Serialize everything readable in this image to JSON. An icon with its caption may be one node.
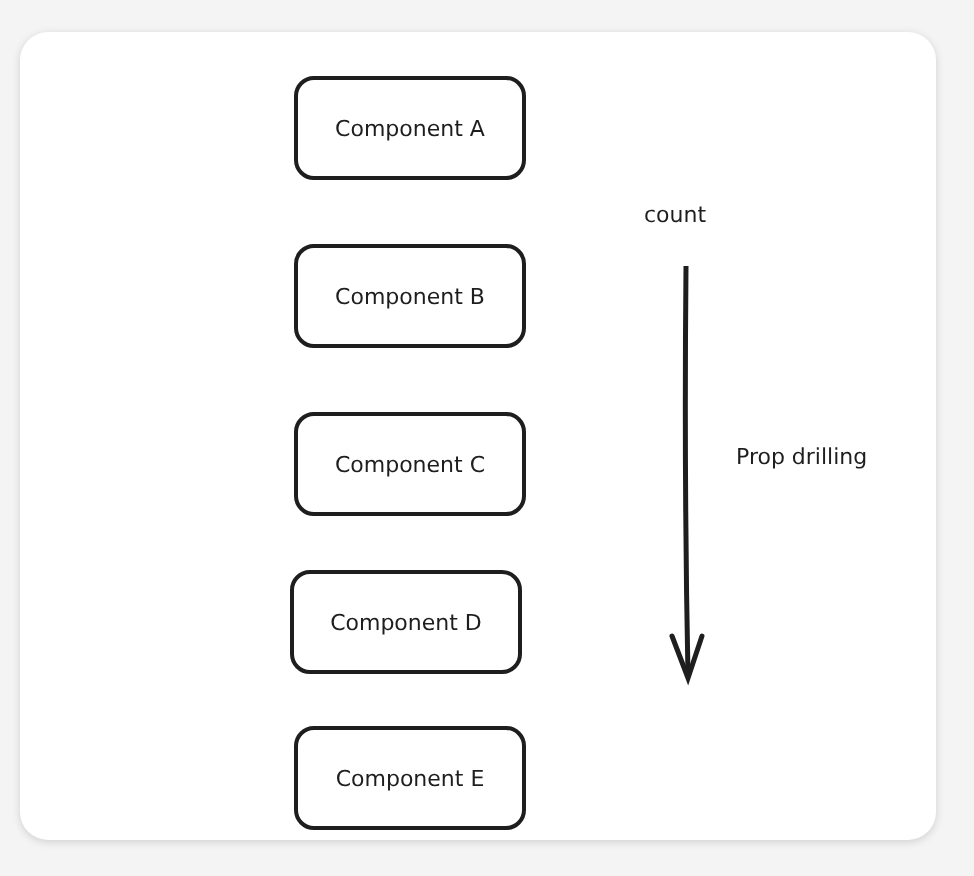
{
  "diagram": {
    "nodes": [
      {
        "text": [
          "Component A"
        ]
      },
      {
        "text": [
          "Component B"
        ]
      },
      {
        "text": [
          "Component C"
        ]
      },
      {
        "text": [
          "Component D"
        ]
      },
      {
        "text": [
          "Component E"
        ]
      }
    ],
    "labels": [
      "count",
      "Prop drilling"
    ]
  }
}
